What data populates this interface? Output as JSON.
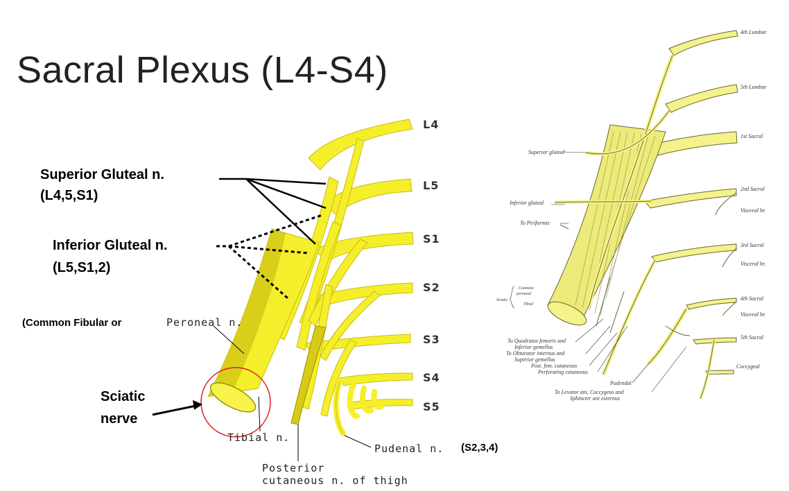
{
  "title": "Sacral Plexus (L4-S4)",
  "colors": {
    "nerve_yellow": "#f5ee2a",
    "nerve_shade": "#cfc416",
    "nerve_outline": "#9a9000",
    "highlight_circle": "#e02020",
    "engraving_fill": "#f4f28a",
    "engraving_line": "#6a6430"
  },
  "left_diagram": {
    "levels": [
      "L4",
      "L5",
      "S1",
      "S2",
      "S3",
      "S4",
      "S5"
    ],
    "callouts": {
      "superior_gluteal": "Superior Gluteal n.",
      "superior_gluteal_roots": "(L4,5,S1)",
      "inferior_gluteal": "Inferior Gluteal n.",
      "inferior_gluteal_roots": "(L5,S1,2)",
      "common_fibular": "(Common Fibular or",
      "peroneal": "Peroneal n.",
      "sciatic_1": "Sciatic",
      "sciatic_2": "nerve",
      "tibial": "Tibial n.",
      "posterior_1": "Posterior",
      "posterior_2": "cutaneous n. of thigh",
      "pudenal": "Pudenal n.",
      "pudenal_roots": "(S2,3,4)"
    }
  },
  "right_diagram": {
    "root_labels": [
      "4th Lumbar",
      "5th Lumbar",
      "1st Sacral",
      "2nd Sacral",
      "3rd Sacral",
      "4th Sacral",
      "5th Sacral",
      "Coccygeal"
    ],
    "visceral": [
      "Visceral br.",
      "Visceral br.",
      "Visceral br."
    ],
    "left_labels": {
      "superior_gluteal": "Superior gluteal",
      "inferior_gluteal": "Inferior gluteal",
      "piriformis": "To Piriformis",
      "sciatic": "Sciatic",
      "common_peroneal_1": "Common",
      "common_peroneal_2": "peroneal",
      "tibial": "Tibial"
    },
    "bottom_labels": [
      "To Quadratus femoris and",
      "Inferior gemellus",
      "To Obturator internus and",
      "Superior gemellus",
      "Post. fem. cutaneous",
      "Perforating cutaneous",
      "Pudendal",
      "To Levator ani, Coccygeus and",
      "Sphincter ani externus"
    ]
  }
}
